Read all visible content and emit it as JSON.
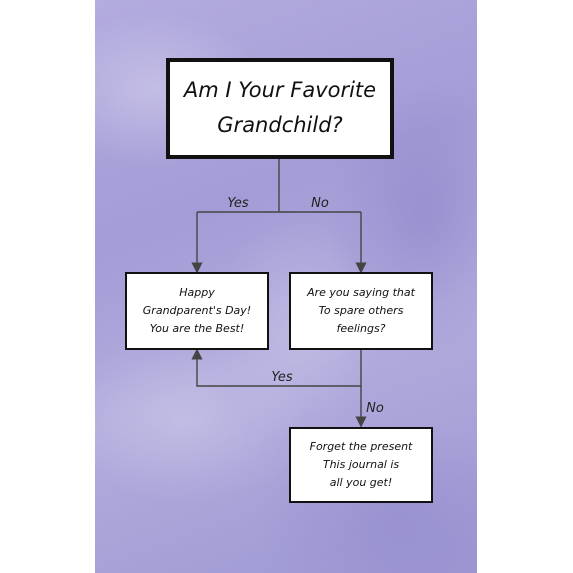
{
  "flowchart": {
    "title_lines": [
      "Am I Your Favorite",
      "Grandchild?"
    ],
    "yes_label_1": "Yes",
    "no_label_1": "No",
    "box_left_lines": [
      "Happy",
      "Grandparent's Day!",
      "You are the Best!"
    ],
    "box_right_lines": [
      "Are you saying that",
      "To spare others",
      "feelings?"
    ],
    "yes_label_2": "Yes",
    "no_label_2": "No",
    "box_bottom_lines": [
      "Forget the present",
      "This journal is",
      "all you get!"
    ]
  },
  "colors": {
    "background_purple": "#a9a3da",
    "box_fill": "#ffffff",
    "stroke": "#111111"
  }
}
